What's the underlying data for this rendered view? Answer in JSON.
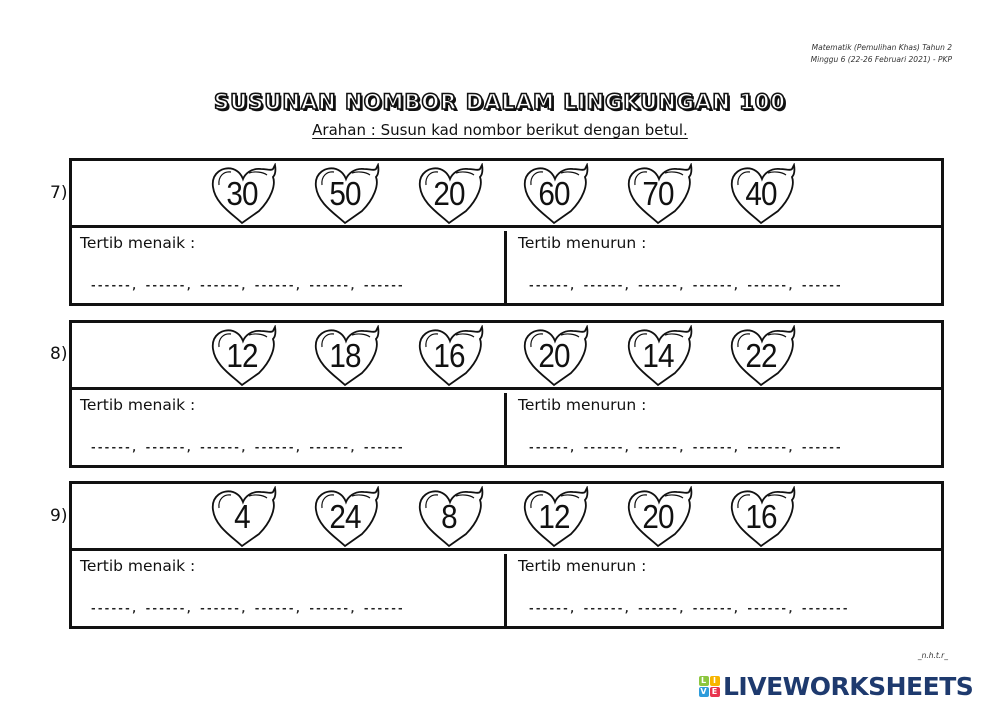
{
  "header": {
    "note_line1": "Matematik (Pemulihan Khas) Tahun 2",
    "note_line2": "Minggu 6 (22-26 Februari 2021) - PKP"
  },
  "worksheet": {
    "title": "SUSUNAN NOMBOR DALAM LINGKUNGAN 100",
    "instruction": "Arahan : Susun kad nombor berikut dengan betul."
  },
  "questions": [
    {
      "number": "7)",
      "cards": [
        "30",
        "50",
        "20",
        "60",
        "70",
        "40"
      ],
      "ascending_label": "Tertib menaik :",
      "descending_label": "Tertib menurun :",
      "ascending_blanks": "------, ------, ------, ------, ------, ------",
      "descending_blanks": "------, ------, ------, ------, ------, ------"
    },
    {
      "number": "8)",
      "cards": [
        "12",
        "18",
        "16",
        "20",
        "14",
        "22"
      ],
      "ascending_label": "Tertib menaik :",
      "descending_label": "Tertib menurun :",
      "ascending_blanks": "------, ------, ------, ------, ------, ------",
      "descending_blanks": "------, ------, ------, ------, ------, ------"
    },
    {
      "number": "9)",
      "cards": [
        "4",
        "24",
        "8",
        "12",
        "20",
        "16"
      ],
      "ascending_label": "Tertib menaik :",
      "descending_label": "Tertib menurun :",
      "ascending_blanks": "------, ------, ------, ------, ------, ------",
      "descending_blanks": "------, ------, ------, ------, ------, -------"
    }
  ],
  "footer": {
    "credit": "_n.h.t.r_",
    "logo_text": "LIVEWORKSHEETS",
    "logo_badge": [
      "L",
      "I",
      "V",
      "E"
    ],
    "logo_badge_colors": [
      "#8cc63f",
      "#f7b500",
      "#2e9cdb",
      "#e8344e"
    ],
    "logo_color": "#1e3a6e"
  }
}
